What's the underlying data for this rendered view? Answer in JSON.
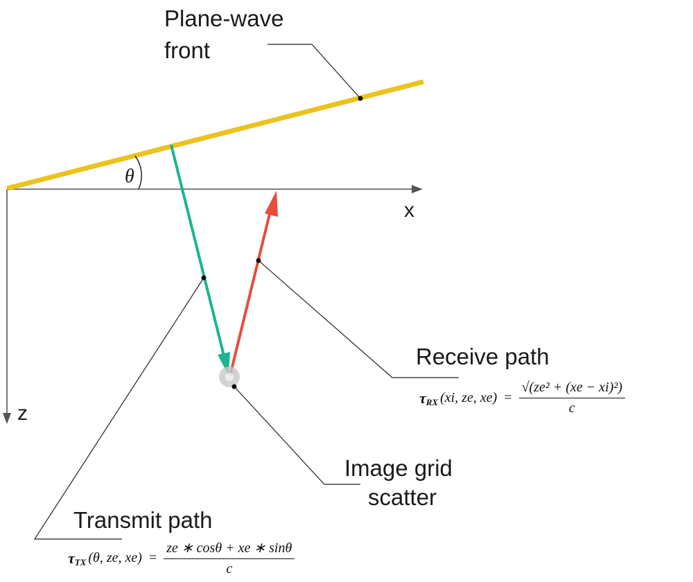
{
  "labels": {
    "plane_wave_line1": "Plane-wave",
    "plane_wave_line2": "front",
    "theta": "θ",
    "x_axis": "x",
    "z_axis": "z",
    "receive_path": "Receive path",
    "transmit_path": "Transmit path",
    "scatter_line1": "Image grid",
    "scatter_line2": "scatter"
  },
  "equations": {
    "rx": {
      "tau": "τ",
      "sub": "RX",
      "args": "(xi, ze, xe)",
      "equals": "=",
      "numerator": "√(ze² + (xe − xi)²)",
      "denominator": "c"
    },
    "tx": {
      "tau": "τ",
      "sub": "TX",
      "args": "(θ, ze, xe)",
      "equals": "=",
      "numerator": "ze ∗ cosθ + xe ∗ sinθ",
      "denominator": "c"
    }
  },
  "colors": {
    "wavefront": "#ecc21e",
    "transmit": "#1bb591",
    "receive": "#e74c3c",
    "axis": "#555555",
    "leader": "#222222",
    "scatter": "#c8c8c8"
  }
}
